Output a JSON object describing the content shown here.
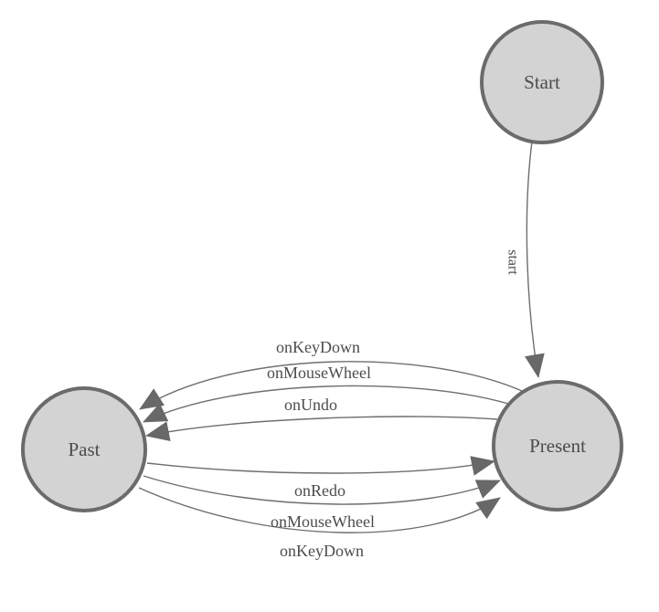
{
  "colors": {
    "background": "#ffffff",
    "node_fill": "#d3d3d3",
    "node_border": "#6b6b6b",
    "edge": "#6e6e6e",
    "arrow": "#686868",
    "text": "#4c4c4c"
  },
  "nodes": [
    {
      "id": "start",
      "label": "Start"
    },
    {
      "id": "present",
      "label": "Present"
    },
    {
      "id": "past",
      "label": "Past"
    }
  ],
  "edges": [
    {
      "id": "start-to-present",
      "label": "start",
      "from": "start",
      "to": "present"
    },
    {
      "id": "present-to-past-keydown",
      "label": "onKeyDown",
      "from": "present",
      "to": "past"
    },
    {
      "id": "present-to-past-mousewheel",
      "label": "onMouseWheel",
      "from": "present",
      "to": "past"
    },
    {
      "id": "present-to-past-undo",
      "label": "onUndo",
      "from": "present",
      "to": "past"
    },
    {
      "id": "past-to-present-redo",
      "label": "onRedo",
      "from": "past",
      "to": "present"
    },
    {
      "id": "past-to-present-mousewheel",
      "label": "onMouseWheel",
      "from": "past",
      "to": "present"
    },
    {
      "id": "past-to-present-keydown",
      "label": "onKeyDown",
      "from": "past",
      "to": "present"
    }
  ]
}
